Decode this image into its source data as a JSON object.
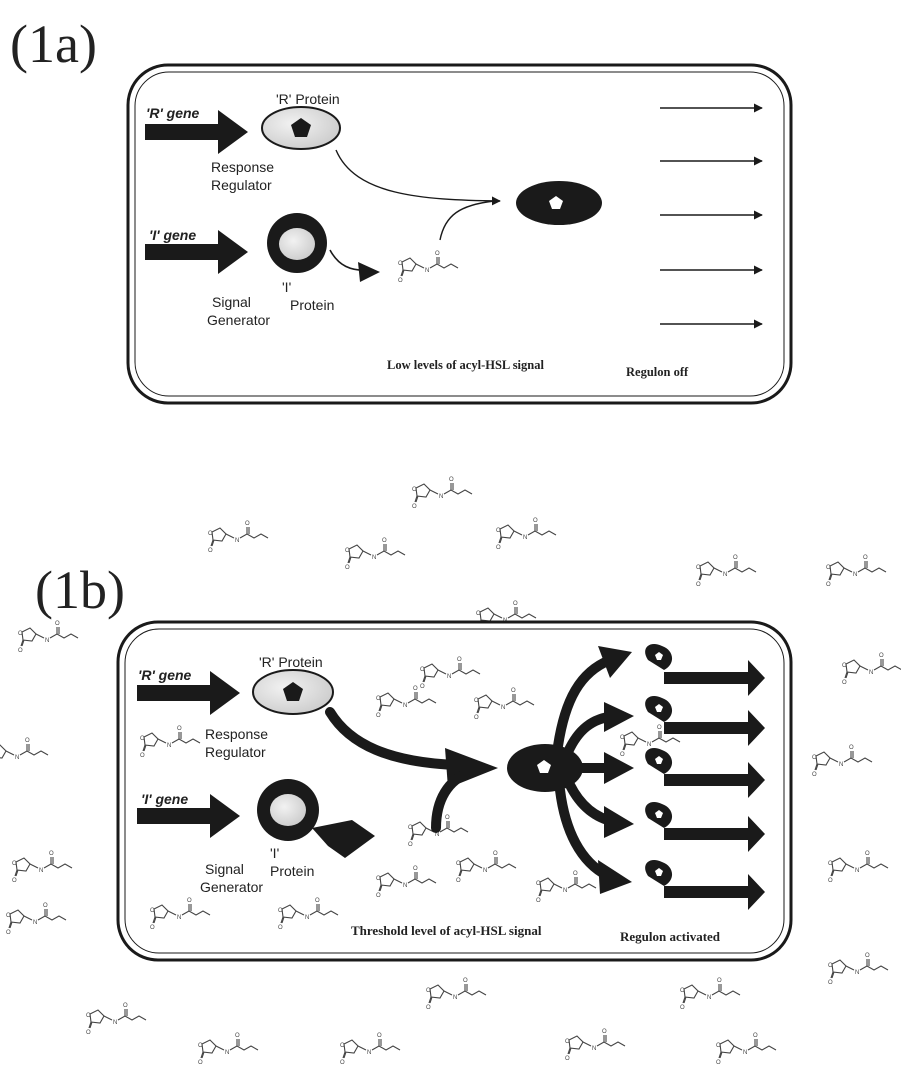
{
  "panel_a": {
    "label": "(1a)",
    "r_gene": "'R' gene",
    "r_protein": "'R' Protein",
    "response_regulator_1": "Response",
    "response_regulator_2": "Regulator",
    "i_gene": "'I' gene",
    "i_protein_1": "'I'",
    "i_protein_2": "Protein",
    "signal_generator_1": "Signal",
    "signal_generator_2": "Generator",
    "signal_caption": "Low levels of acyl-HSL signal",
    "regulon_caption": "Regulon off"
  },
  "panel_b": {
    "label": "(1b)",
    "r_gene": "'R' gene",
    "r_protein": "'R' Protein",
    "response_regulator_1": "Response",
    "response_regulator_2": "Regulator",
    "i_gene": "'I' gene",
    "i_protein_1": "'I'",
    "i_protein_2": "Protein",
    "signal_generator_1": "Signal",
    "signal_generator_2": "Generator",
    "signal_caption": "Threshold level of acyl-HSL signal",
    "regulon_caption": "Regulon activated"
  },
  "molecule": {
    "ring_o": "O",
    "carbonyl_o": "O",
    "nh": "N",
    "amide_o": "O"
  }
}
